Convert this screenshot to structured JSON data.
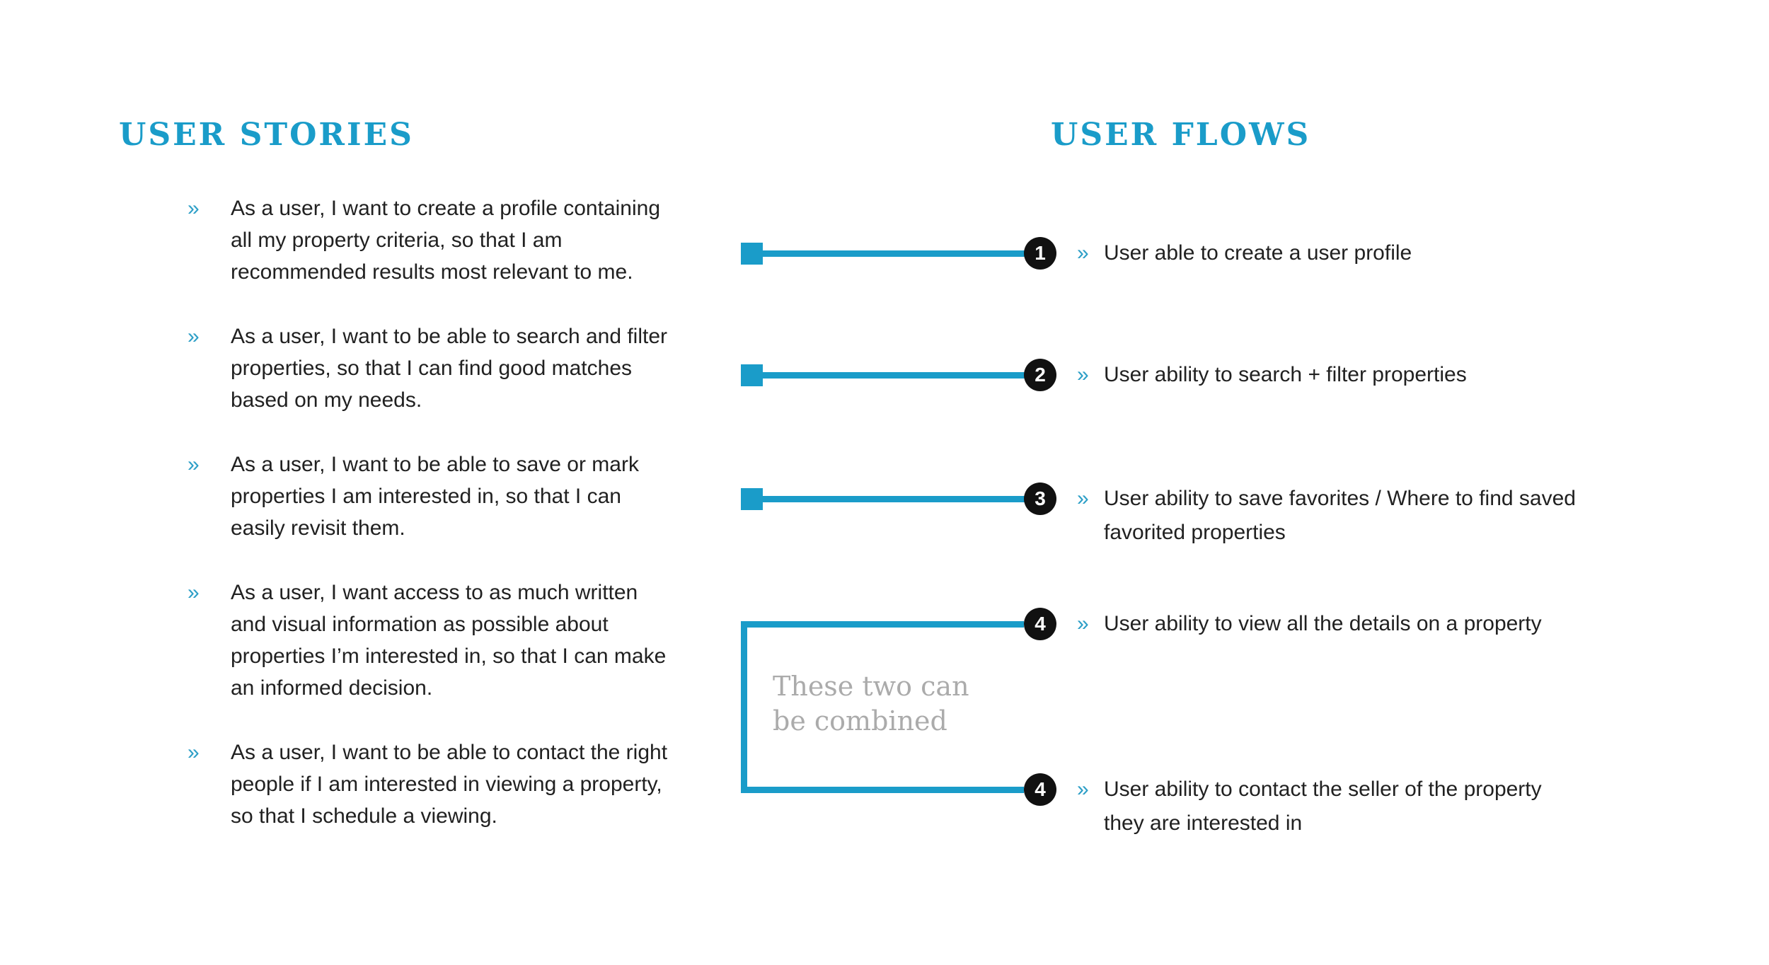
{
  "colors": {
    "accent": "#1a9cc9",
    "badge_background": "#111111",
    "badge_text": "#ffffff",
    "body_text": "#212121",
    "note_text": "#ababab",
    "background": "#ffffff"
  },
  "bullet": "»",
  "stories": {
    "title": "USER STORIES",
    "items": [
      {
        "lines": [
          "As a user, I want to create a profile containing",
          "all my property criteria, so that I am",
          "recommended results most relevant to me."
        ]
      },
      {
        "lines": [
          "As a user, I want to be able to search and filter",
          "properties, so that I can find good matches",
          "based on my needs."
        ]
      },
      {
        "lines": [
          "As a user, I want to be able to save or mark",
          "properties I am interested in, so that I can",
          "easily revisit them."
        ]
      },
      {
        "lines": [
          "As a user, I want access to as much written",
          "and visual information as possible about",
          "properties I’m interested in, so that I can make",
          "an informed decision."
        ]
      },
      {
        "lines": [
          "As a user, I want to be able to contact the right",
          "people if I am interested in viewing a property,",
          "so that I schedule a viewing."
        ]
      }
    ]
  },
  "flows": {
    "title": "USER FLOWS",
    "items": [
      {
        "number": "1",
        "lines": [
          "User able to create a user profile"
        ]
      },
      {
        "number": "2",
        "lines": [
          "User ability to search + filter properties"
        ]
      },
      {
        "number": "3",
        "lines": [
          "User ability to save favorites / Where to find saved",
          "favorited properties"
        ]
      },
      {
        "number": "4",
        "lines": [
          "User ability to view all the details on a property"
        ]
      },
      {
        "number": "4",
        "lines": [
          "User ability to contact the seller of the property",
          "they are interested in"
        ]
      }
    ]
  },
  "connector_note": {
    "lines": [
      "These two can",
      "be combined"
    ]
  }
}
